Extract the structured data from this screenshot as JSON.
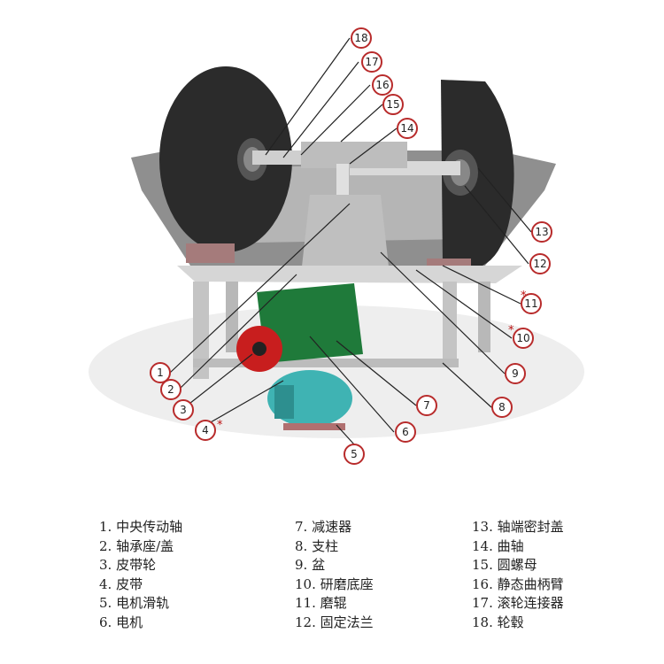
{
  "callouts": {
    "n1": "1",
    "n2": "2",
    "n3": "3",
    "n4": "4",
    "n5": "5",
    "n6": "6",
    "n7": "7",
    "n8": "8",
    "n9": "9",
    "n10": "10",
    "n11": "11",
    "n12": "12",
    "n13": "13",
    "n14": "14",
    "n15": "15",
    "n16": "16",
    "n17": "17",
    "n18": "18",
    "star": "*"
  },
  "legend": {
    "col1": [
      "1. 中央传动轴",
      "2. 轴承座/盖",
      "3. 皮带轮",
      "4. 皮带",
      "5. 电机滑轨",
      "6. 电机"
    ],
    "col2": [
      "7. 减速器",
      "8. 支柱",
      "9. 盆",
      "10. 研磨底座",
      "11. 磨辊",
      "12. 固定法兰"
    ],
    "col3": [
      "13. 轴端密封盖",
      "14. 曲轴",
      "15. 圆螺母",
      "16. 静态曲柄臂",
      "17. 滚轮连接器",
      "18. 轮毂"
    ]
  },
  "colors": {
    "callout_ring": "#b82b2b",
    "wheel": "#2b2b2b",
    "basin": "#9a9a9a",
    "frame": "#c9c9c9",
    "reducer": "#1f7a3a",
    "pulley": "#c81e1e",
    "motor": "#3fb3b3"
  }
}
